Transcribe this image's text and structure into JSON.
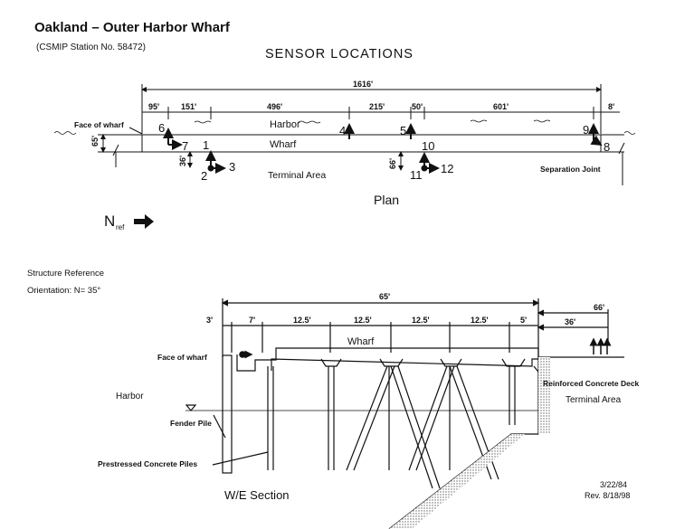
{
  "header": {
    "title": "Oakland – Outer Harbor Wharf",
    "station": "(CSMIP Station No. 58472)",
    "heading": "SENSOR LOCATIONS"
  },
  "plan": {
    "caption": "Plan",
    "overall_length": "1616'",
    "segments": [
      "95'",
      "151'",
      "496'",
      "215'",
      "50'",
      "601'"
    ],
    "right_offset": "8'",
    "width": "65'",
    "left_offset": "36'",
    "mid_offset": "66'",
    "labels": {
      "face_of_wharf": "Face of wharf",
      "harbor": "Harbor",
      "wharf": "Wharf",
      "terminal_area": "Terminal Area",
      "separation_joint": "Separation Joint"
    },
    "sensors": [
      "1",
      "2",
      "3",
      "4",
      "5",
      "6",
      "7",
      "8",
      "9",
      "10",
      "11",
      "12"
    ]
  },
  "reference": {
    "north_label": "N",
    "north_sub": "ref",
    "structure_reference": "Structure Reference",
    "orientation": "Orientation:  N= 35°"
  },
  "section": {
    "caption": "W/E Section",
    "overall_width": "65'",
    "right_dim_outer": "66'",
    "right_dim_inner": "36'",
    "bays": [
      "3'",
      "7'",
      "12.5'",
      "12.5'",
      "12.5'",
      "12.5'",
      "5'"
    ],
    "labels": {
      "wharf": "Wharf",
      "face_of_wharf": "Face of wharf",
      "harbor": "Harbor",
      "fender_pile": "Fender Pile",
      "piles": "Prestressed Concrete Piles",
      "deck": "Reinforced Concrete Deck",
      "terminal_area": "Terminal Area"
    }
  },
  "footer": {
    "date": "3/22/84",
    "revision": "Rev. 8/18/98"
  }
}
